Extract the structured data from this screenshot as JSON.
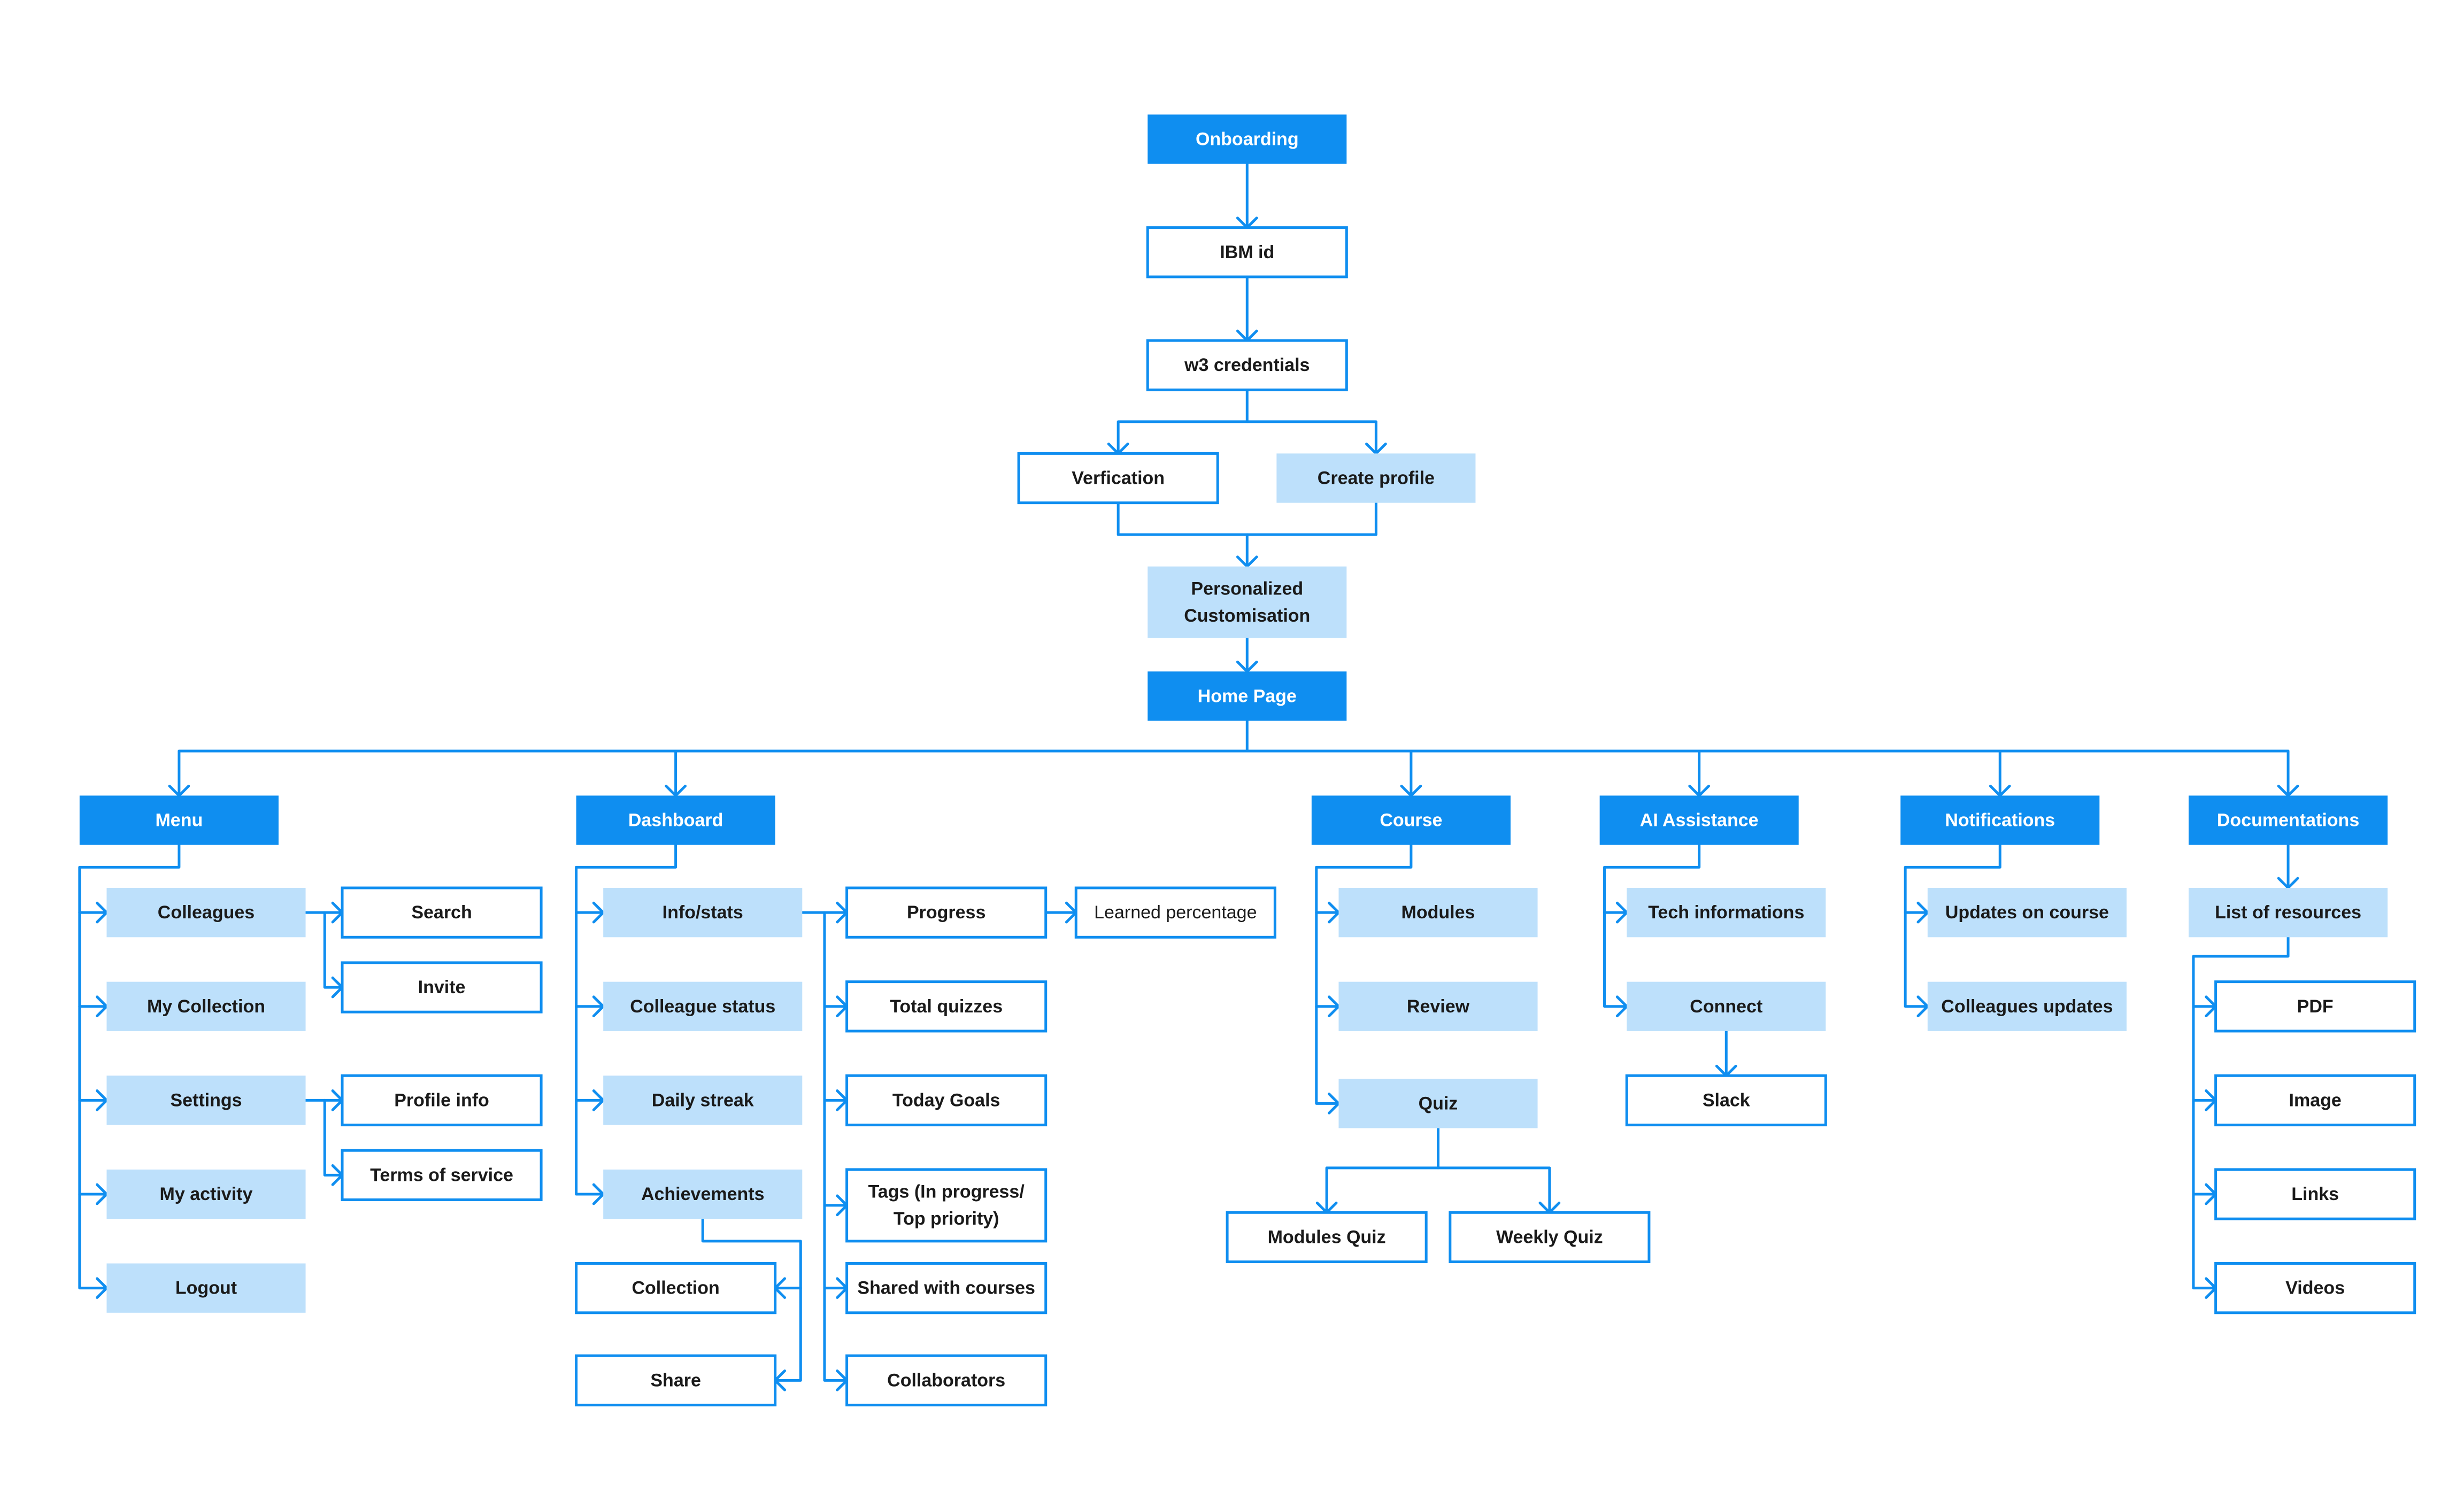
{
  "colors": {
    "primary": "#0f8ef0",
    "light": "#bde0fb",
    "outline_fill": "#ffffff",
    "text_dark": "#1a1a1a",
    "text_light": "#ffffff"
  },
  "nodes": {
    "onboarding": "Onboarding",
    "ibm_id": "IBM id",
    "w3_credentials": "w3 credentials",
    "verification": "Verfication",
    "create_profile": "Create profile",
    "personalized": [
      "Personalized",
      "Customisation"
    ],
    "home_page": "Home Page",
    "menu": "Menu",
    "colleagues": "Colleagues",
    "my_collection": "My Collection",
    "settings": "Settings",
    "my_activity": "My activity",
    "logout": "Logout",
    "search": "Search",
    "invite": "Invite",
    "profile_info": "Profile info",
    "terms_of_service": "Terms of service",
    "dashboard": "Dashboard",
    "info_stats": "Info/stats",
    "colleague_status": "Colleague status",
    "daily_streak": "Daily streak",
    "achievements": "Achievements",
    "collection": "Collection",
    "share": "Share",
    "progress": "Progress",
    "learned_percentage": "Learned percentage",
    "total_quizzes": "Total quizzes",
    "today_goals": "Today Goals",
    "tags": [
      "Tags (In progress/",
      "Top priority)"
    ],
    "shared_with_courses": "Shared with courses",
    "collaborators": "Collaborators",
    "course": "Course",
    "modules": "Modules",
    "review": "Review",
    "quiz": "Quiz",
    "modules_quiz": "Modules Quiz",
    "weekly_quiz": "Weekly Quiz",
    "ai_assistance": "AI Assistance",
    "tech_informations": "Tech informations",
    "connect": "Connect",
    "slack": "Slack",
    "notifications": "Notifications",
    "updates_on_course": "Updates on course",
    "colleagues_updates": "Colleagues updates",
    "documentations": "Documentations",
    "list_of_resources": "List of resources",
    "pdf": "PDF",
    "image": "Image",
    "links": "Links",
    "videos": "Videos"
  }
}
